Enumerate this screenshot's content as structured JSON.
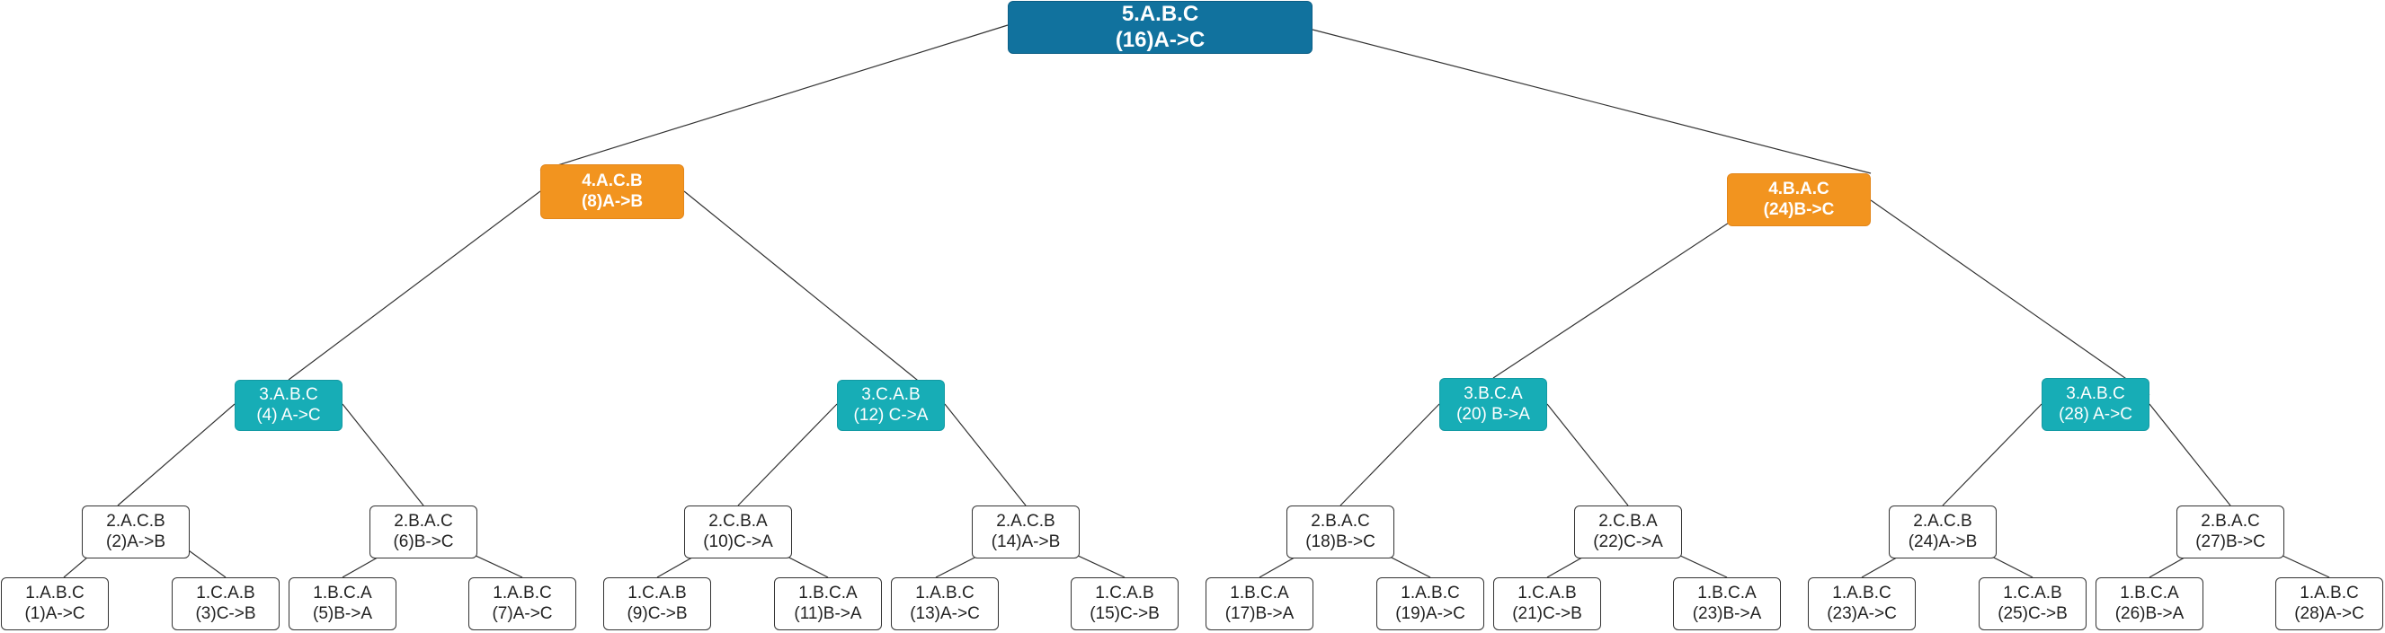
{
  "tree": {
    "level5": {
      "title": "5.A.B.C",
      "move": "(16)A->C"
    },
    "level4": [
      {
        "title": "4.A.C.B",
        "move": "(8)A->B"
      },
      {
        "title": "4.B.A.C",
        "move": "(24)B->C"
      }
    ],
    "level3": [
      {
        "title": "3.A.B.C",
        "move": "(4) A->C"
      },
      {
        "title": "3.C.A.B",
        "move": "(12) C->A"
      },
      {
        "title": "3.B.C.A",
        "move": "(20) B->A"
      },
      {
        "title": "3.A.B.C",
        "move": "(28) A->C"
      }
    ],
    "level2": [
      {
        "title": "2.A.C.B",
        "move": "(2)A->B"
      },
      {
        "title": "2.B.A.C",
        "move": "(6)B->C"
      },
      {
        "title": "2.C.B.A",
        "move": "(10)C->A"
      },
      {
        "title": "2.A.C.B",
        "move": "(14)A->B"
      },
      {
        "title": "2.B.A.C",
        "move": "(18)B->C"
      },
      {
        "title": "2.C.B.A",
        "move": "(22)C->A"
      },
      {
        "title": "2.A.C.B",
        "move": "(24)A->B"
      },
      {
        "title": "2.B.A.C",
        "move": "(27)B->C"
      }
    ],
    "level1": [
      {
        "title": "1.A.B.C",
        "move": "(1)A->C"
      },
      {
        "title": "1.C.A.B",
        "move": "(3)C->B"
      },
      {
        "title": "1.B.C.A",
        "move": "(5)B->A"
      },
      {
        "title": "1.A.B.C",
        "move": "(7)A->C"
      },
      {
        "title": "1.C.A.B",
        "move": "(9)C->B"
      },
      {
        "title": "1.B.C.A",
        "move": "(11)B->A"
      },
      {
        "title": "1.A.B.C",
        "move": "(13)A->C"
      },
      {
        "title": "1.C.A.B",
        "move": "(15)C->B"
      },
      {
        "title": "1.B.C.A",
        "move": "(17)B->A"
      },
      {
        "title": "1.A.B.C",
        "move": "(19)A->C"
      },
      {
        "title": "1.C.A.B",
        "move": "(21)C->B"
      },
      {
        "title": "1.B.C.A",
        "move": "(23)B->A"
      },
      {
        "title": "1.A.B.C",
        "move": "(23)A->C"
      },
      {
        "title": "1.C.A.B",
        "move": "(25)C->B"
      },
      {
        "title": "1.B.C.A",
        "move": "(26)B->A"
      },
      {
        "title": "1.A.B.C",
        "move": "(28)A->C"
      }
    ]
  },
  "colors": {
    "level5": "#11729e",
    "level4": "#f2941f",
    "level3": "#17adb6",
    "leaf_fill": "#ffffff",
    "leaf_border": "#333333",
    "edge": "#333333"
  }
}
